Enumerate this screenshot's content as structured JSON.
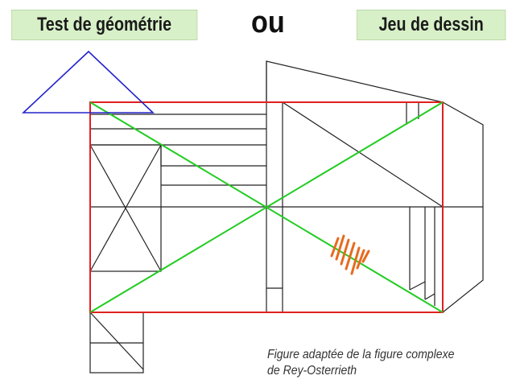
{
  "header": {
    "left_label": "Test de géométrie",
    "middle_word": "ou",
    "right_label": "Jeu de dessin"
  },
  "caption": {
    "line1": "Figure adaptée de la figure complexe",
    "line2": "de Rey-Osterrieth"
  },
  "colors": {
    "label_background": "#d8f0c8",
    "figure_lines": "#222222",
    "red_rectangle": "#e02020",
    "green_diagonals": "#22cc22",
    "blue_triangle": "#2222cc",
    "orange_marks": "#e86a1e"
  }
}
